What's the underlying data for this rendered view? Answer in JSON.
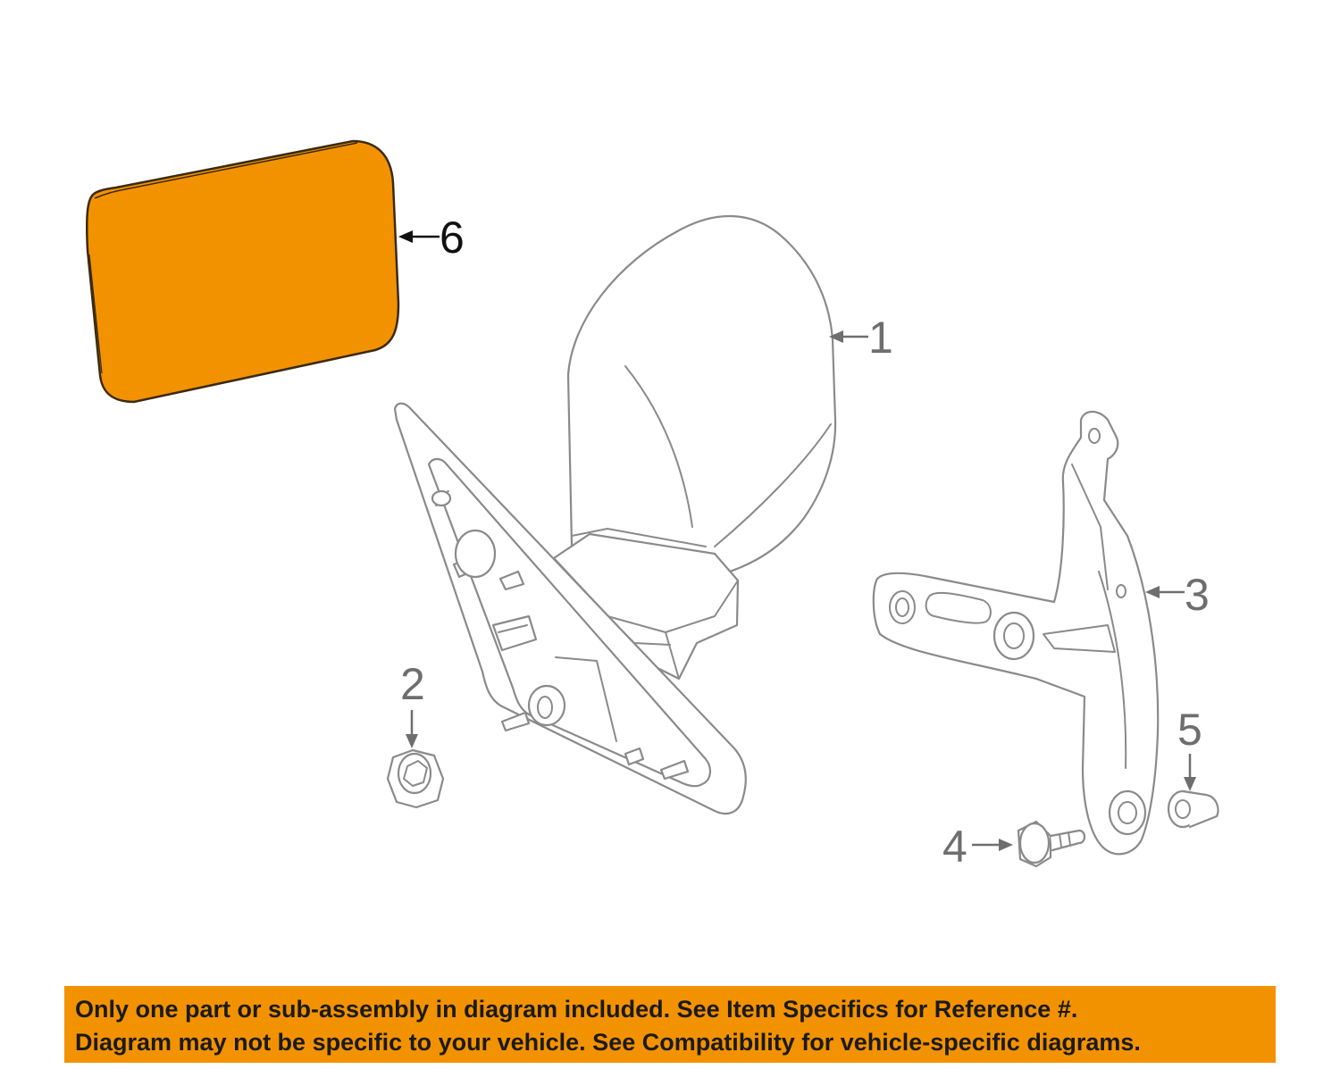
{
  "callouts": {
    "c1": "1",
    "c2": "2",
    "c3": "3",
    "c4": "4",
    "c5": "5",
    "c6": "6"
  },
  "highlighted_part": "6",
  "colors": {
    "highlight": "#f39200",
    "line_art": "#8a8a8a",
    "banner": "#f39200"
  },
  "disclaimer": {
    "line1": "Only one part or sub-assembly in diagram included. See Item Specifics for Reference #.",
    "line2": "Diagram may not be specific to your vehicle. See Compatibility for vehicle-specific diagrams."
  }
}
